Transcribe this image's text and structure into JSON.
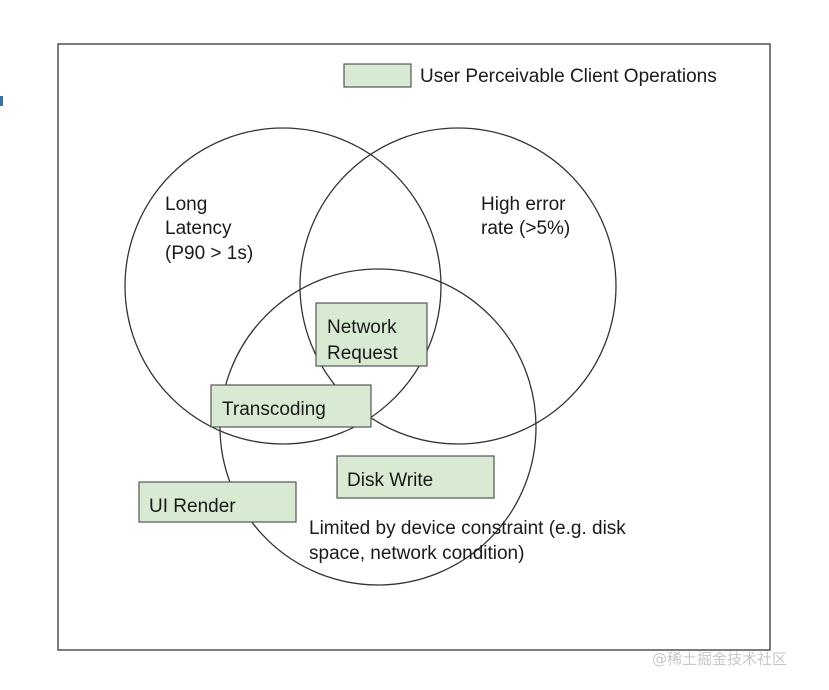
{
  "legend": {
    "label": "User Perceivable Client Operations",
    "swatch_color": "#d9ead3"
  },
  "sets": {
    "latency": [
      "Long",
      "Latency",
      "(P90 > 1s)"
    ],
    "error": [
      "High error",
      "rate (>5%)"
    ],
    "device": [
      "Limited by device constraint (e.g. disk",
      "space, network condition)"
    ]
  },
  "operations": {
    "network_request": [
      "Network",
      "Request"
    ],
    "transcoding": "Transcoding",
    "disk_write": "Disk Write",
    "ui_render": "UI Render"
  },
  "watermark": "@稀土掘金技术社区",
  "colors": {
    "box_fill": "#d9ead3",
    "stroke": "#333333"
  }
}
